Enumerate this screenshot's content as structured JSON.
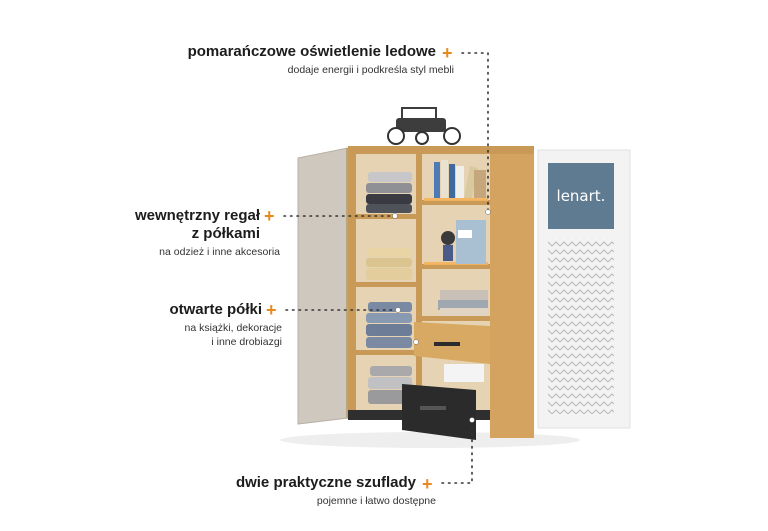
{
  "brand": {
    "logo_text": "lenart.",
    "logo_color": "#5f7b92"
  },
  "colors": {
    "accent": "#e8891e",
    "wood": "#d4a35f",
    "door": "#c9c1b8",
    "drawer_dark": "#2b2b2b"
  },
  "features": [
    {
      "title": "pomarańczowe oświetlenie ledowe",
      "subtitle": "dodaje energii i podkreśla styl mebli"
    },
    {
      "title_line1": "wewnętrzny regał",
      "title_line2": "z półkami",
      "subtitle": "na odzież i inne akcesoria"
    },
    {
      "title": "otwarte półki",
      "subtitle_line1": "na książki, dekoracje",
      "subtitle_line2": "i inne drobiazgi"
    },
    {
      "title": "dwie praktyczne szuflady",
      "subtitle": "pojemne i łatwo dostępne"
    }
  ]
}
